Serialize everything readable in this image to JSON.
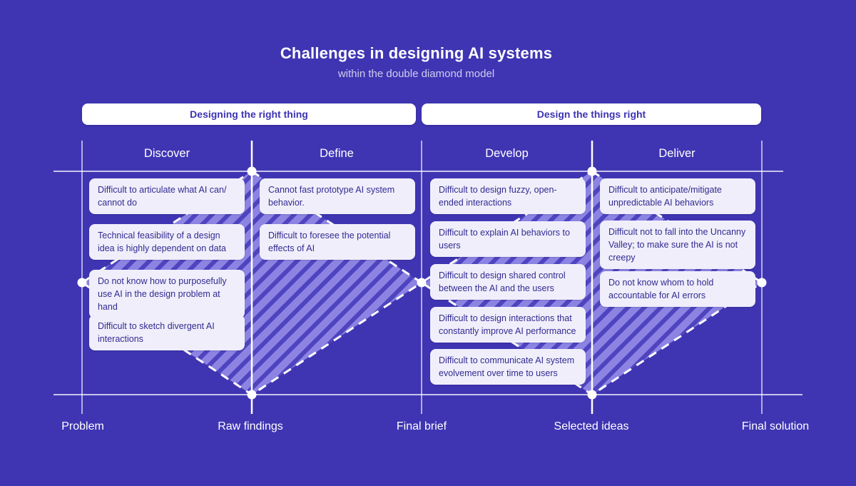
{
  "theme": {
    "background": "#3f35b3",
    "stripe-light": "#8c83e3",
    "stripe-dark": "#4e44bf",
    "card-bg": "#f0eefa",
    "card-text": "#312b91",
    "pill-text": "#3c33b4",
    "line-color": "#ffffff"
  },
  "title": "Challenges in designing AI systems",
  "subtitle": "within the double diamond model",
  "banners": {
    "left": "Designing the right thing",
    "right": "Design the things right"
  },
  "phases": [
    {
      "name": "Discover",
      "cards": [
        {
          "text": "Difficult to articulate what AI can/ cannot do"
        },
        {
          "text": "Technical feasibility of a design idea is highly dependent on data"
        },
        {
          "text": "Do not know how to purposefully use AI in the design problem at hand"
        },
        {
          "text": "Difficult to sketch divergent AI interactions"
        }
      ]
    },
    {
      "name": "Define",
      "cards": [
        {
          "text": "Cannot fast prototype AI system behavior."
        },
        {
          "text": "Difficult to foresee the potential effects of AI"
        }
      ]
    },
    {
      "name": "Develop",
      "cards": [
        {
          "text": "Difficult to design fuzzy, open-ended interactions"
        },
        {
          "text": "Difficult to explain AI behaviors to users"
        },
        {
          "text": "Difficult to design shared control between the AI and the users"
        },
        {
          "text": "Difficult to design interactions that constantly improve AI performance"
        },
        {
          "text": "Difficult to communicate AI system evolvement over time to users"
        }
      ]
    },
    {
      "name": "Deliver",
      "cards": [
        {
          "text": "Difficult to anticipate/mitigate unpredictable AI behaviors"
        },
        {
          "text": "Difficult not to fall into the Uncanny Valley; to make sure the AI is not creepy"
        },
        {
          "text": "Do not know whom to hold accountable for AI errors"
        }
      ]
    }
  ],
  "milestones": [
    "Problem",
    "Raw findings",
    "Final brief",
    "Selected ideas",
    "Final solution"
  ]
}
